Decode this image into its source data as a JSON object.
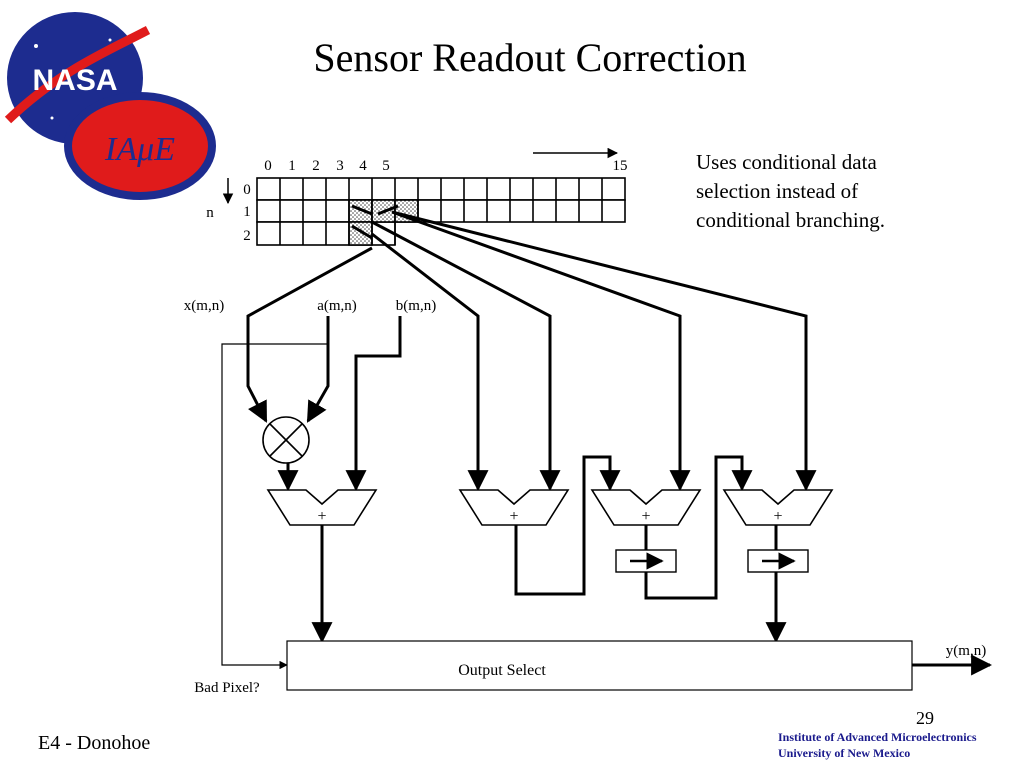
{
  "slide": {
    "title": "Sensor Readout Correction",
    "note_lines": [
      "Uses conditional data",
      "selection instead of",
      "conditional branching."
    ],
    "footer_left": "E4 - Donohoe",
    "page_number": "29",
    "institute": [
      "Institute of Advanced Microelectronics",
      "University of New Mexico"
    ]
  },
  "logos": {
    "nasa_text": "NASA",
    "iame_text": "IAμE",
    "nasa_color": "#1d2c8f",
    "iame_color": "#e01b1b"
  },
  "grid": {
    "column_labels": [
      "0",
      "1",
      "2",
      "3",
      "4",
      "5"
    ],
    "last_column_label": "15",
    "row_labels": [
      "0",
      "1",
      "2"
    ],
    "row_axis_label": "n"
  },
  "diagram": {
    "x_label": "x(m,n)",
    "a_label": "a(m,n)",
    "b_label": "b(m,n)",
    "plus_symbol": "+",
    "output_select_label": "Output Select",
    "bad_pixel_label": "Bad Pixel?",
    "output_label": "y(m,n)"
  }
}
